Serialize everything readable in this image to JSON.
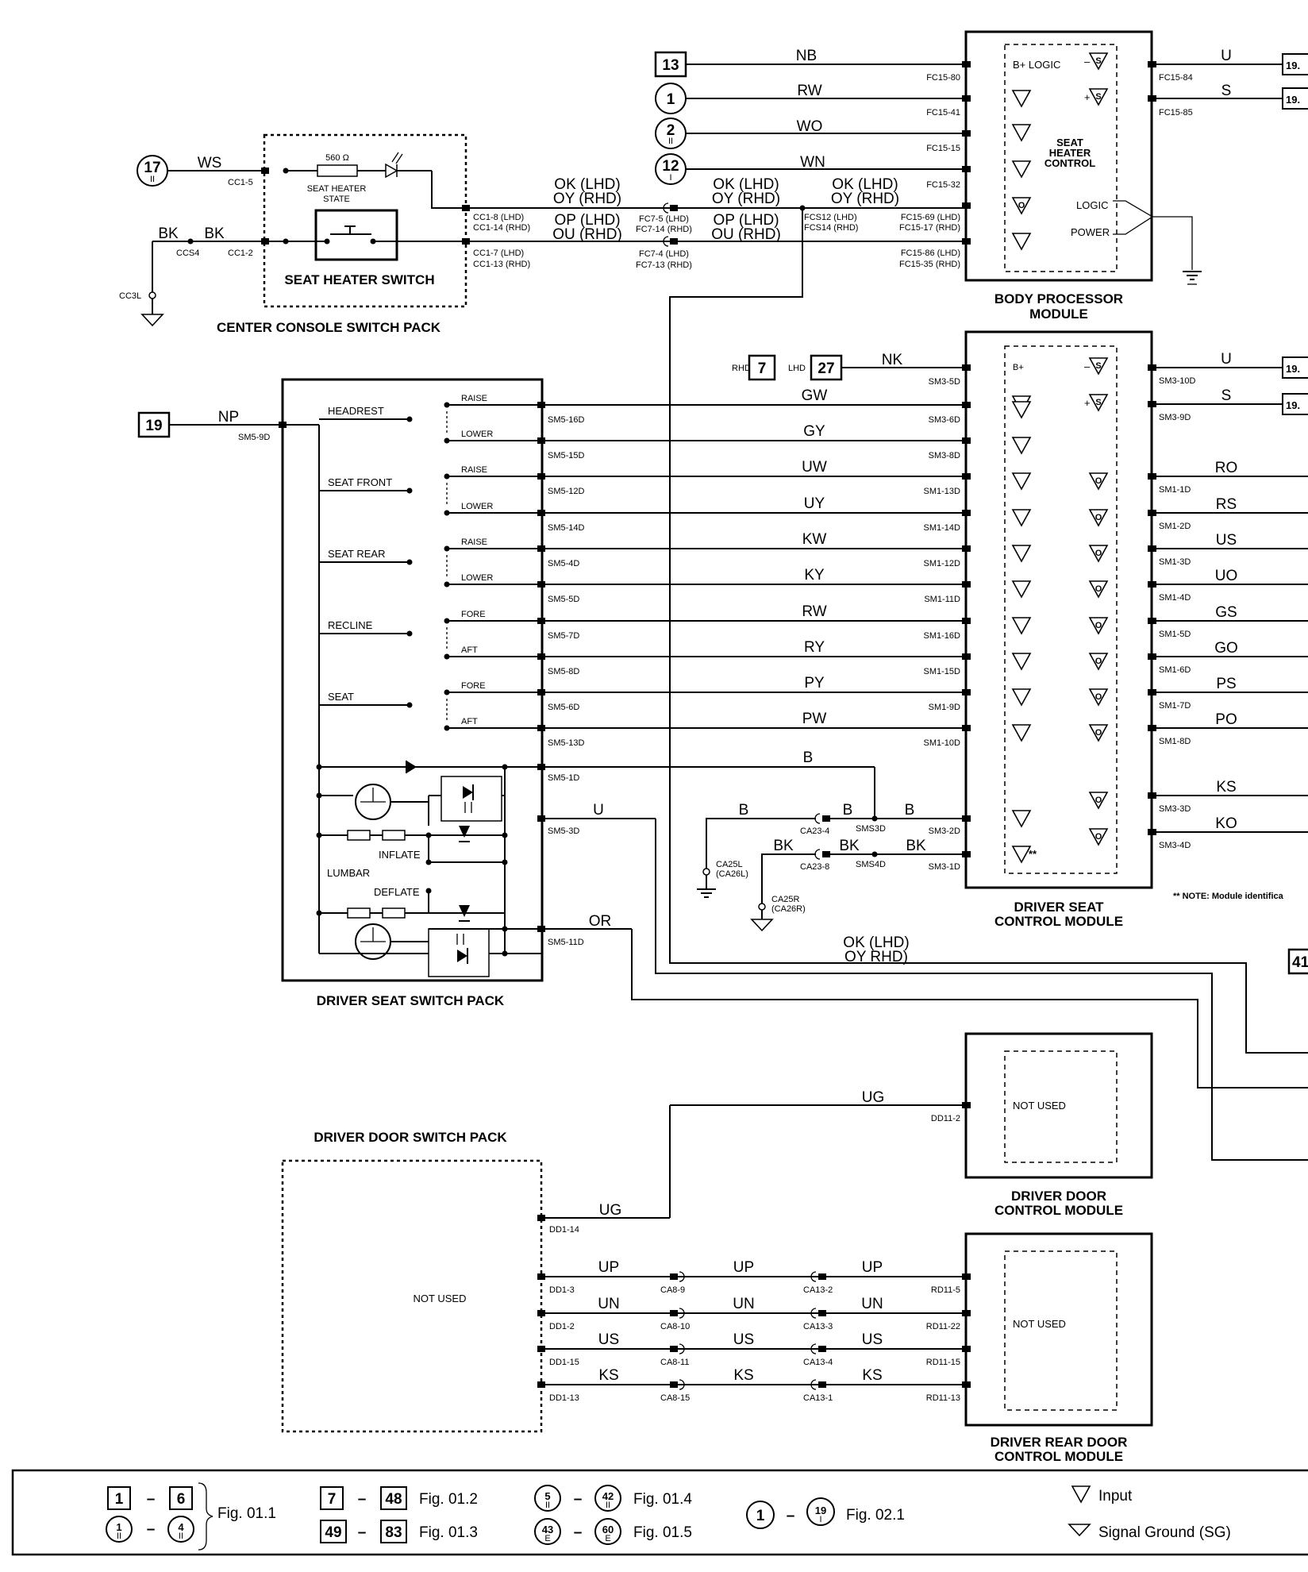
{
  "modules": {
    "body_processor": "BODY PROCESSOR MODULE",
    "driver_seat": "DRIVER SEAT CONTROL MODULE",
    "driver_door": "DRIVER DOOR CONTROL MODULE",
    "driver_rear_door": "DRIVER REAR DOOR CONTROL MODULE",
    "center_console": "CENTER CONSOLE SWITCH PACK",
    "driver_seat_switch": "DRIVER SEAT SWITCH PACK",
    "driver_door_switch": "DRIVER DOOR SWITCH PACK"
  },
  "bpm_labels": {
    "b_logic": "B+ LOGIC",
    "seat_heater": [
      "SEAT",
      "HEATER",
      "CONTROL"
    ],
    "logic": "LOGIC",
    "power": "POWER"
  },
  "bpm_wires": [
    {
      "ref": "13",
      "color": "NB",
      "pin": "FC15-80"
    },
    {
      "ref": "1",
      "color": "RW",
      "pin": "FC15-41"
    },
    {
      "ref": "2",
      "color": "WO",
      "pin": "FC15-15"
    },
    {
      "ref": "12",
      "color": "WN",
      "pin": "FC15-32"
    }
  ],
  "bpm_out": [
    {
      "color": "U",
      "pin": "FC15-84",
      "ref": "19."
    },
    {
      "color": "S",
      "pin": "FC15-85",
      "ref": "19."
    }
  ],
  "console": {
    "ref": "17",
    "ws": "WS",
    "cc15": "CC1-5",
    "res": "560 Ω",
    "state": [
      "SEAT HEATER",
      "STATE"
    ],
    "switch": "SEAT HEATER SWITCH",
    "bk": "BK",
    "ccs4": "CCS4",
    "cc12": "CC1-2",
    "cc3l": "CC3L",
    "pin_a": [
      "CC1-8 (LHD)",
      "CC1-14 (RHD)"
    ],
    "pin_b": [
      "CC1-7 (LHD)",
      "CC1-13 (RHD)"
    ],
    "ok": "OK (LHD)",
    "oy": "OY (RHD)",
    "op": "OP (LHD)",
    "ou": "OU (RHD)",
    "fc75": [
      "FC7-5 (LHD)",
      "FC7-14 (RHD)"
    ],
    "fc74": [
      "FC7-4 (LHD)",
      "FC7-13 (RHD)"
    ],
    "fcs": [
      "FCS12 (LHD)",
      "FCS14 (RHD)"
    ],
    "fc1569": [
      "FC15-69 (LHD)",
      "FC15-17 (RHD)"
    ],
    "fc1586": [
      "FC15-86 (LHD)",
      "FC15-35 (RHD)"
    ]
  },
  "seat_switch": {
    "ref": "19",
    "np": "NP",
    "pin": "SM5-9D",
    "groups": [
      "HEADREST",
      "SEAT FRONT",
      "SEAT REAR",
      "RECLINE",
      "SEAT"
    ],
    "dirs": [
      "RAISE",
      "LOWER",
      "RAISE",
      "LOWER",
      "RAISE",
      "LOWER",
      "FORE",
      "AFT",
      "FORE",
      "AFT"
    ],
    "lumbar": "LUMBAR",
    "inflate": "INFLATE",
    "deflate": "DEFLATE"
  },
  "dscm_top": {
    "rhd": "RHD",
    "rhd_ref": "7",
    "lhd": "LHD",
    "lhd_ref": "27",
    "color": "NK",
    "pin": "SM3-5D",
    "b": "B+"
  },
  "dscm_rows": [
    {
      "left": "SM5-16D",
      "color": "GW",
      "right": "SM3-6D"
    },
    {
      "left": "SM5-15D",
      "color": "GY",
      "right": "SM3-8D"
    },
    {
      "left": "SM5-12D",
      "color": "UW",
      "right": "SM1-13D"
    },
    {
      "left": "SM5-14D",
      "color": "UY",
      "right": "SM1-14D"
    },
    {
      "left": "SM5-4D",
      "color": "KW",
      "right": "SM1-12D"
    },
    {
      "left": "SM5-5D",
      "color": "KY",
      "right": "SM1-11D"
    },
    {
      "left": "SM5-7D",
      "color": "RW",
      "right": "SM1-16D"
    },
    {
      "left": "SM5-8D",
      "color": "RY",
      "right": "SM1-15D"
    },
    {
      "left": "SM5-6D",
      "color": "PY",
      "right": "SM1-9D"
    },
    {
      "left": "SM5-13D",
      "color": "PW",
      "right": "SM1-10D"
    }
  ],
  "dscm_out": [
    {
      "color": "U",
      "pin": "SM3-10D",
      "ref": "19."
    },
    {
      "color": "S",
      "pin": "SM3-9D",
      "ref": "19."
    },
    {
      "color": "RO",
      "pin": "SM1-1D"
    },
    {
      "color": "RS",
      "pin": "SM1-2D"
    },
    {
      "color": "US",
      "pin": "SM1-3D"
    },
    {
      "color": "UO",
      "pin": "SM1-4D"
    },
    {
      "color": "GS",
      "pin": "SM1-5D"
    },
    {
      "color": "GO",
      "pin": "SM1-6D"
    },
    {
      "color": "PS",
      "pin": "SM1-7D"
    },
    {
      "color": "PO",
      "pin": "SM1-8D"
    },
    {
      "color": "KS",
      "pin": "SM3-3D"
    },
    {
      "color": "KO",
      "pin": "SM3-4D"
    }
  ],
  "dscm_lower": {
    "sm51": "SM5-1D",
    "b": "B",
    "sm53": "SM5-3D",
    "u": "U",
    "ca234": "CA23-4",
    "sms3": "SMS3D",
    "sm32": "SM3-2D",
    "bk": "BK",
    "ca238": "CA23-8",
    "sms4": "SMS4D",
    "sm31": "SM3-1D",
    "ca25l": [
      "CA25L",
      "(CA26L)"
    ],
    "ca25r": [
      "CA25R",
      "(CA26R)"
    ],
    "sm511": "SM5-11D",
    "or": "OR",
    "ok": "OK (LHD)",
    "oy": "OY RHD)",
    "stars": "**",
    "note": "** NOTE: Module identifica",
    "ref41": "41"
  },
  "door": {
    "ug": "UG",
    "dd112": "DD11-2",
    "dd114": "DD1-14",
    "not_used": "NOT USED",
    "rows": [
      {
        "color": "UP",
        "dd": "DD1-3",
        "ca8": "CA8-9",
        "ca13": "CA13-2",
        "rd": "RD11-5"
      },
      {
        "color": "UN",
        "dd": "DD1-2",
        "ca8": "CA8-10",
        "ca13": "CA13-3",
        "rd": "RD11-22"
      },
      {
        "color": "US",
        "dd": "DD1-15",
        "ca8": "CA8-11",
        "ca13": "CA13-4",
        "rd": "RD11-15"
      },
      {
        "color": "KS",
        "dd": "DD1-13",
        "ca8": "CA8-15",
        "ca13": "CA13-1",
        "rd": "RD11-13"
      }
    ]
  },
  "legend": {
    "r1a": "1",
    "r1b": "6",
    "f11": "Fig. 01.1",
    "c1a": "1",
    "c1b": "4",
    "r2a": "7",
    "r2b": "48",
    "f12": "Fig. 01.2",
    "r3a": "49",
    "r3b": "83",
    "f13": "Fig. 01.3",
    "c4a": "5",
    "c4b": "42",
    "f14": "Fig. 01.4",
    "c5a": "43",
    "c5b": "60",
    "f15": "Fig. 01.5",
    "c6a": "1",
    "c6b": "19",
    "f21": "Fig. 02.1",
    "input": "Input",
    "sg": "Signal Ground (SG)",
    "dash": "–",
    "ii": "II",
    "e": "E",
    "i": "I"
  }
}
